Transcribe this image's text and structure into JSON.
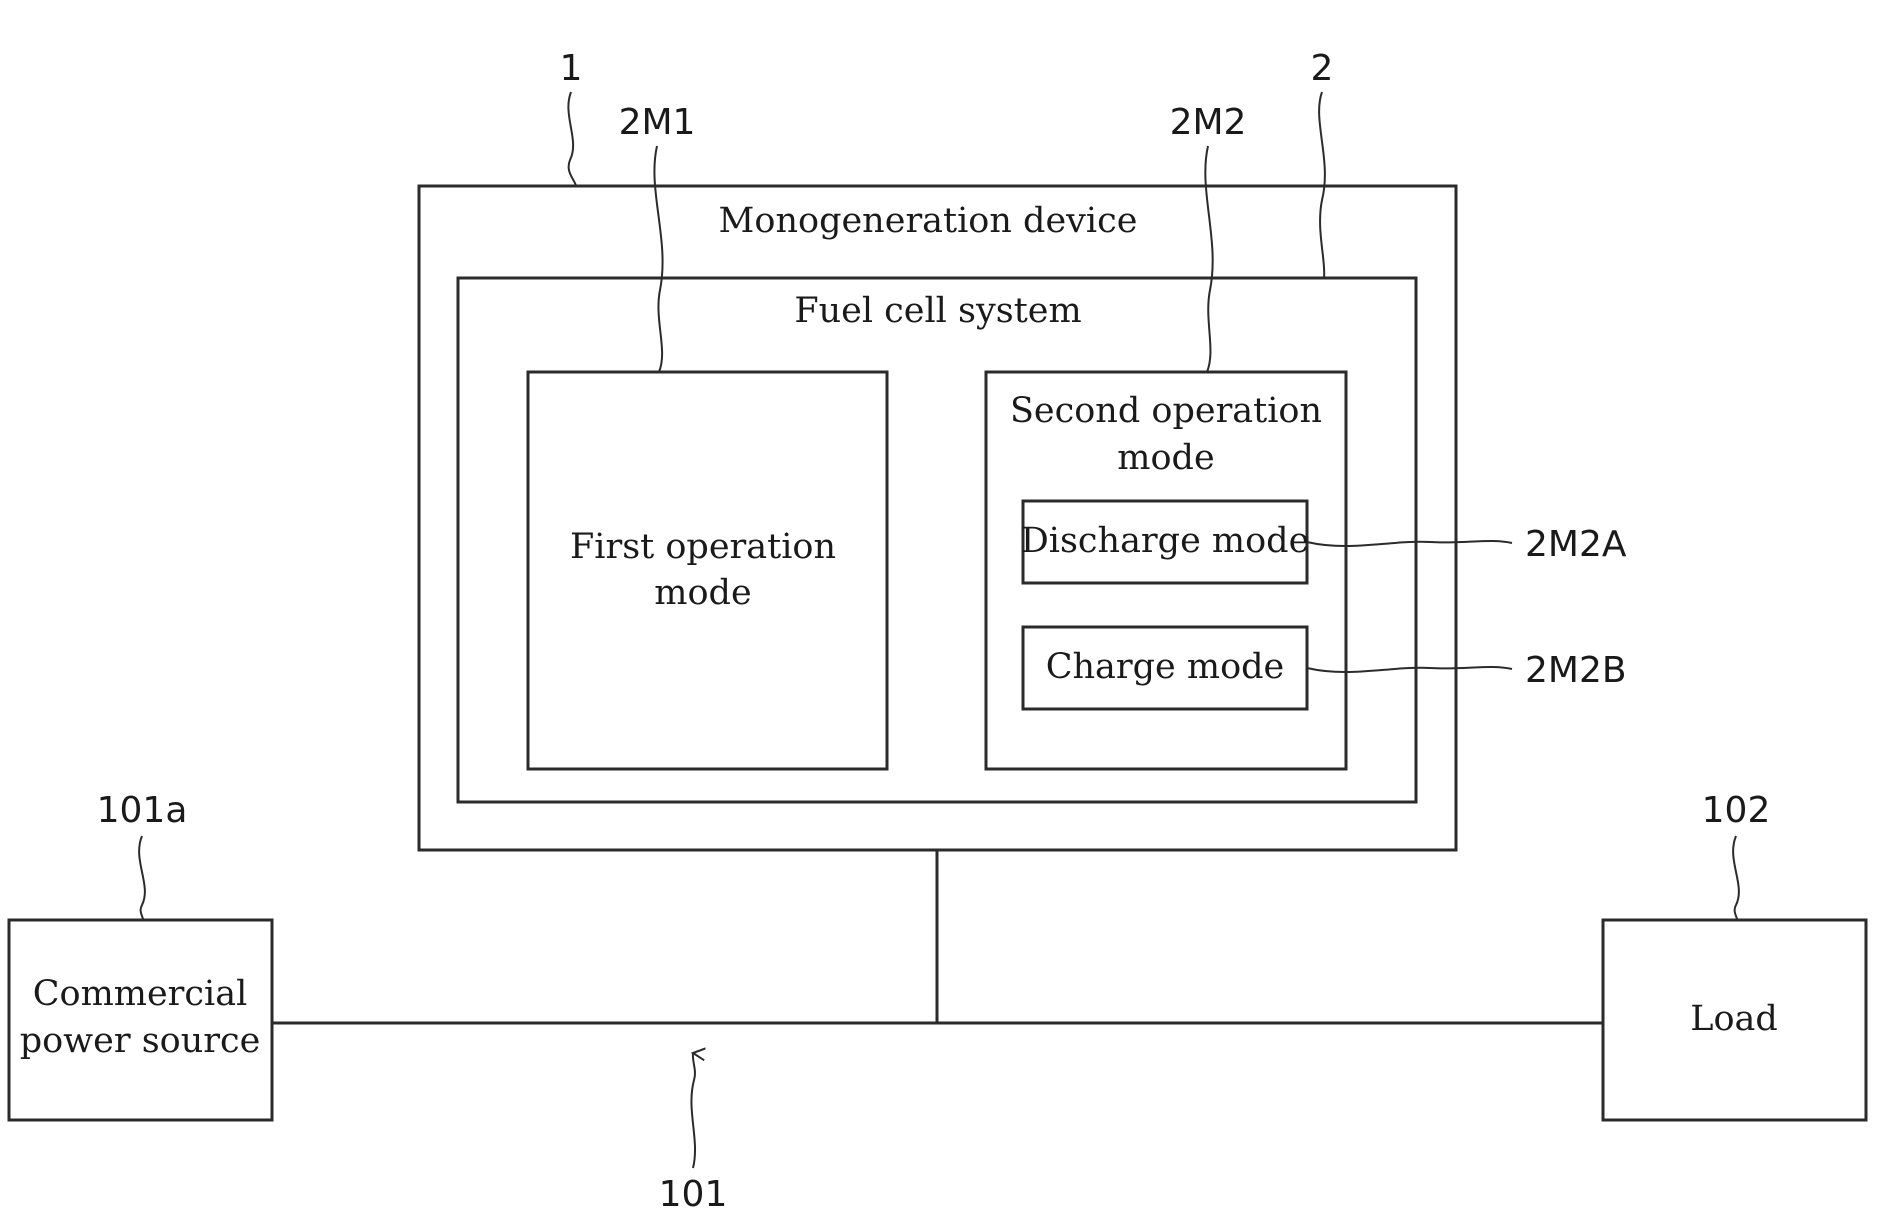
{
  "boxes": {
    "monogeneration": "Monogeneration device",
    "fuel_cell": "Fuel cell system",
    "first_mode": [
      "First operation",
      "mode"
    ],
    "second_mode": [
      "Second operation",
      "mode"
    ],
    "discharge": "Discharge mode",
    "charge": "Charge mode",
    "commercial": [
      "Commercial",
      "power source"
    ],
    "load": "Load"
  },
  "refs": {
    "device": "1",
    "fuel_cell": "2",
    "first_mode": "2M1",
    "second_mode": "2M2",
    "discharge": "2M2A",
    "charge": "2M2B",
    "commercial": "101a",
    "load": "102",
    "line": "101"
  }
}
